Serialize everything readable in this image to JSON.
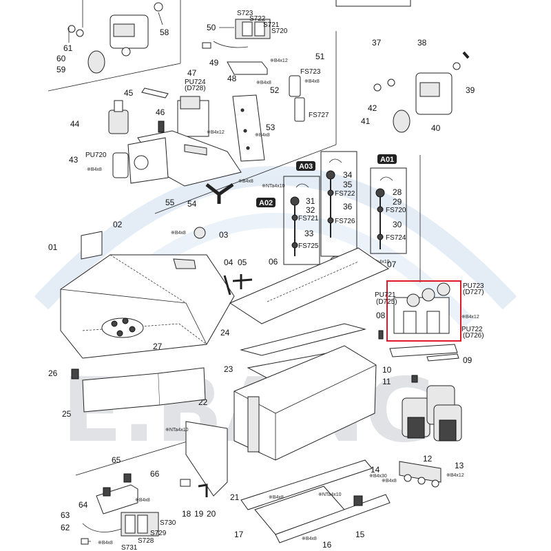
{
  "watermark": {
    "text": "E.BANG",
    "color": "#c9ccd2"
  },
  "colors": {
    "highlight_box": "#e0182b",
    "tag_bg": "#222222",
    "watermark_arc": "#cfe0f0"
  },
  "part_numbers": {
    "p01": "01",
    "p02": "02",
    "p03": "03",
    "p04": "04",
    "p05": "05",
    "p06": "06",
    "p07": "07",
    "p08": "08",
    "p09": "09",
    "p10": "10",
    "p11": "11",
    "p12": "12",
    "p13": "13",
    "p14": "14",
    "p15": "15",
    "p16": "16",
    "p17": "17",
    "p18": "18",
    "p19": "19",
    "p20": "20",
    "p21": "21",
    "p22": "22",
    "p23": "23",
    "p24": "24",
    "p25": "25",
    "p26": "26",
    "p27": "27",
    "p28": "28",
    "p29": "29",
    "p30": "30",
    "p31": "31",
    "p32": "32",
    "p33": "33",
    "p34": "34",
    "p35": "35",
    "p36": "36",
    "p37": "37",
    "p38": "38",
    "p39": "39",
    "p40": "40",
    "p41": "41",
    "p42": "42",
    "p43": "43",
    "p44": "44",
    "p45": "45",
    "p46": "46",
    "p47": "47",
    "p48": "48",
    "p49": "49",
    "p50": "50",
    "p51": "51",
    "p52": "52",
    "p53": "53",
    "p54": "54",
    "p55": "55",
    "p58": "58",
    "p59": "59",
    "p60": "60",
    "p61": "61",
    "p62": "62",
    "p63": "63",
    "p64": "64",
    "p65": "65",
    "p66": "66"
  },
  "tags": {
    "a01": "A01",
    "a02": "A02",
    "a03": "A03"
  },
  "codes": {
    "s720": "S720",
    "s721": "S721",
    "s722": "S722",
    "s723": "S723",
    "s728": "S728",
    "s729": "S729",
    "s730": "S730",
    "s731": "S731",
    "fs720": "FS720",
    "fs721": "FS721",
    "fs722": "FS722",
    "fs723": "FS723",
    "fs724": "FS724",
    "fs725": "FS725",
    "fs726": "FS726",
    "fs727": "FS727",
    "pu720": "PU720",
    "pu721": "PU721",
    "pu721b": "(D725)",
    "pu722": "PU722",
    "pu722b": "(D726)",
    "pu723": "PU723",
    "pu723b": "(D727)",
    "pu724": "PU724",
    "pu724b": "(D728)"
  },
  "screws": {
    "b4x8": "※B4x8",
    "b4x12": "※B4x12",
    "b4x30": "※B4x30",
    "nta4x10": "※NTa4x10"
  }
}
